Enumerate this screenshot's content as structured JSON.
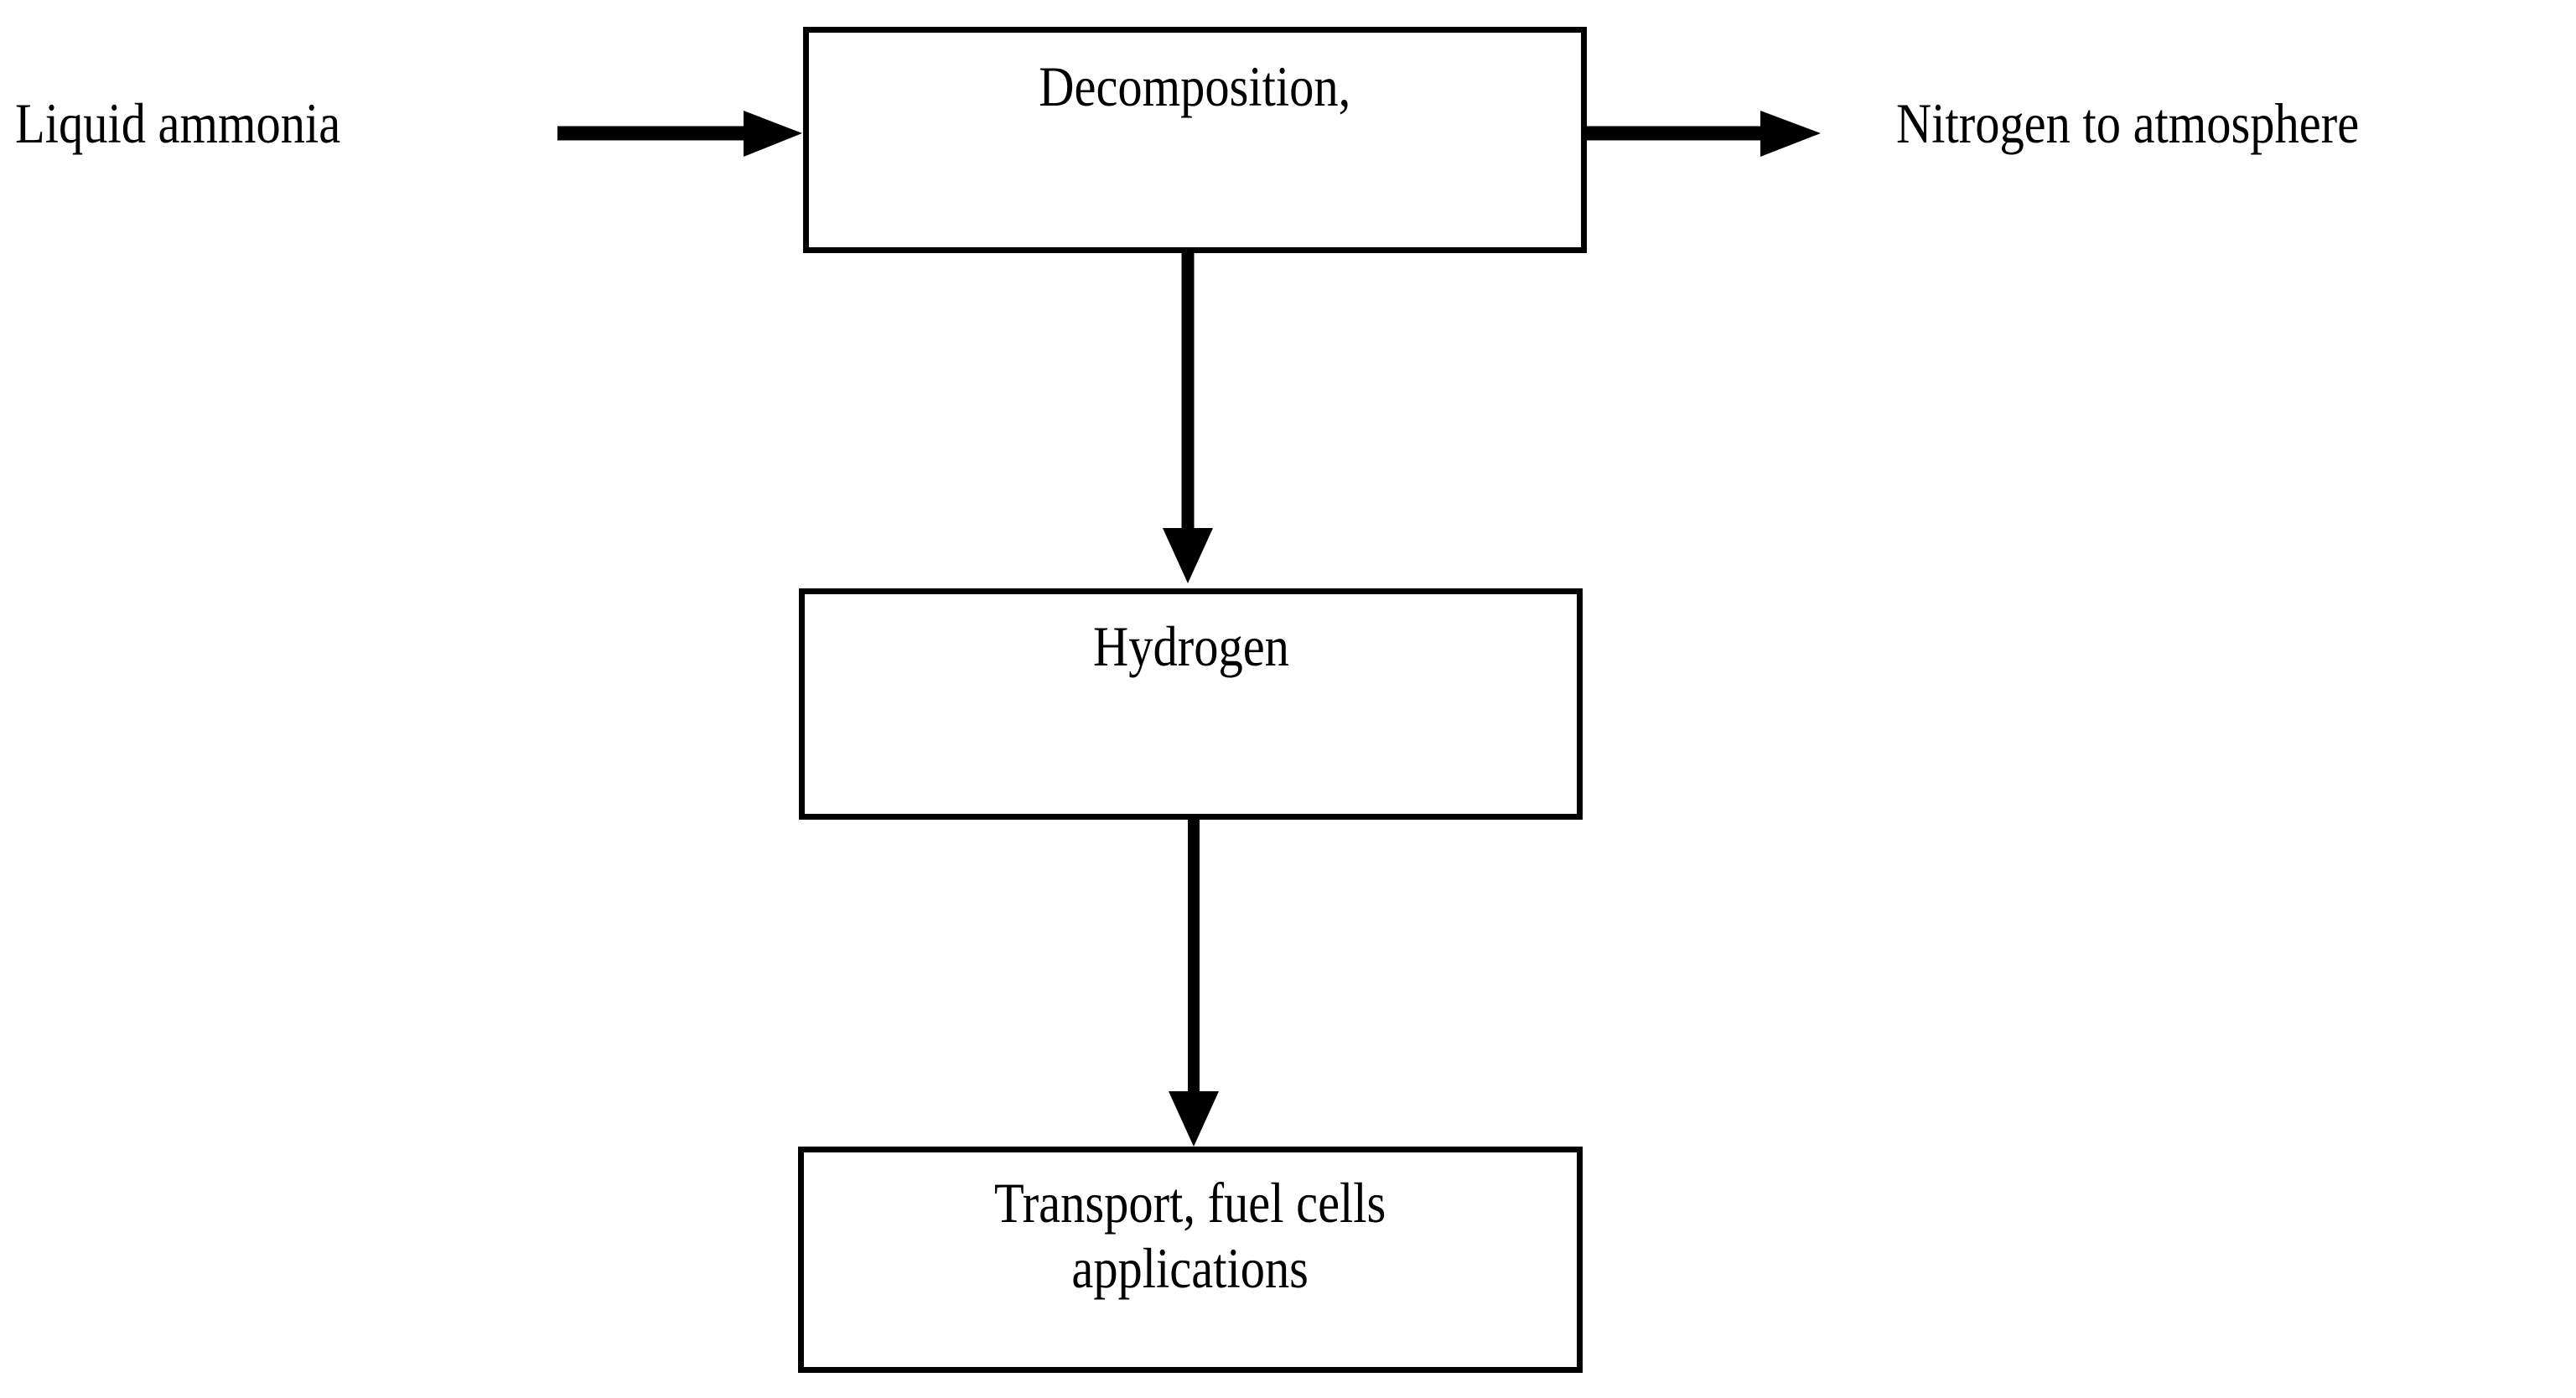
{
  "diagram": {
    "title": "Ammonia decomposition to hydrogen flow diagram",
    "background_color": "#ffffff",
    "line_color": "#000000",
    "text_color": "#000000",
    "nodes": [
      {
        "id": "decomposition",
        "label": "Decomposition,",
        "shape": "rectangle"
      },
      {
        "id": "hydrogen",
        "label": "Hydrogen",
        "shape": "rectangle"
      },
      {
        "id": "applications",
        "label": "Transport, fuel cells\napplications",
        "shape": "rectangle"
      }
    ],
    "free_labels": [
      {
        "id": "input",
        "label": "Liquid ammonia"
      },
      {
        "id": "output",
        "label": "Nitrogen to atmosphere"
      }
    ],
    "edges": [
      {
        "id": "input-to-decomposition",
        "from": "Liquid ammonia",
        "to": "Decomposition,",
        "direction": "right",
        "label": ""
      },
      {
        "id": "decomposition-to-output",
        "from": "Decomposition,",
        "to": "Nitrogen to atmosphere",
        "direction": "right",
        "label": ""
      },
      {
        "id": "decomposition-to-hydrogen",
        "from": "Decomposition,",
        "to": "Hydrogen",
        "direction": "down",
        "label": ""
      },
      {
        "id": "hydrogen-to-applications",
        "from": "Hydrogen",
        "to": "Transport, fuel cells applications",
        "direction": "down",
        "label": ""
      }
    ]
  }
}
